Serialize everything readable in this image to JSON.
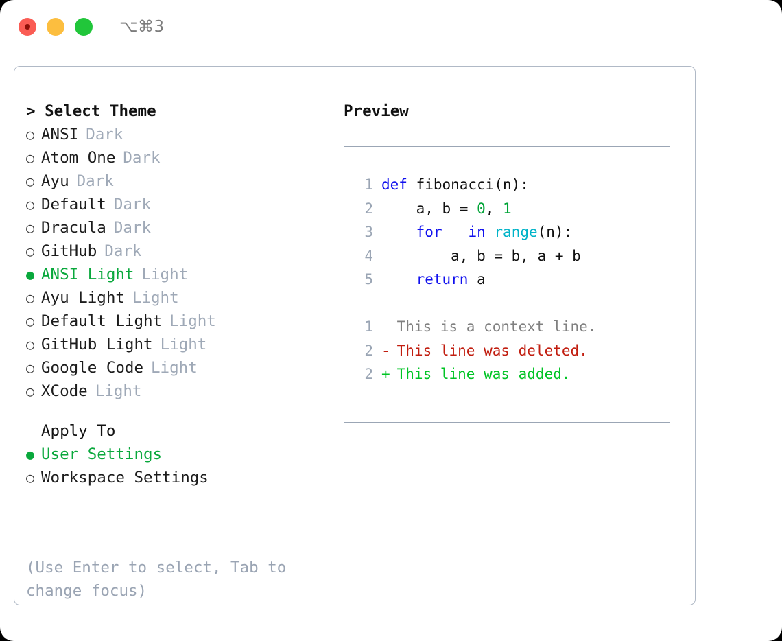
{
  "window": {
    "shortcut": "⌥⌘3",
    "traffic_lights": [
      "close-red",
      "minimize-yellow",
      "maximize-green"
    ]
  },
  "theme_section": {
    "header_prefix": ">",
    "header": "Select Theme",
    "bullet_selected": "●",
    "bullet_unselected": "○",
    "selected_value": "ANSI Light",
    "items": [
      {
        "label": "ANSI",
        "badge": "Dark",
        "selected": false
      },
      {
        "label": "Atom One",
        "badge": "Dark",
        "selected": false
      },
      {
        "label": "Ayu",
        "badge": "Dark",
        "selected": false
      },
      {
        "label": "Default",
        "badge": "Dark",
        "selected": false
      },
      {
        "label": "Dracula",
        "badge": "Dark",
        "selected": false
      },
      {
        "label": "GitHub",
        "badge": "Dark",
        "selected": false
      },
      {
        "label": "ANSI Light",
        "badge": "Light",
        "selected": true
      },
      {
        "label": "Ayu Light",
        "badge": "Light",
        "selected": false
      },
      {
        "label": "Default Light",
        "badge": "Light",
        "selected": false
      },
      {
        "label": "GitHub Light",
        "badge": "Light",
        "selected": false
      },
      {
        "label": "Google Code",
        "badge": "Light",
        "selected": false
      },
      {
        "label": "XCode",
        "badge": "Light",
        "selected": false
      }
    ]
  },
  "apply_to_section": {
    "header": "Apply To",
    "selected_value": "User Settings",
    "items": [
      {
        "label": "User Settings",
        "selected": true
      },
      {
        "label": "Workspace Settings",
        "selected": false
      }
    ]
  },
  "hint": "(Use Enter to select, Tab to change focus)",
  "preview": {
    "title": "Preview",
    "code_lines": [
      {
        "number": "1",
        "tokens": [
          {
            "t": "def ",
            "c": "kw"
          },
          {
            "t": "fibonacci(n):",
            "c": "pln"
          }
        ]
      },
      {
        "number": "2",
        "tokens": [
          {
            "t": "    a, b = ",
            "c": "pln"
          },
          {
            "t": "0",
            "c": "num"
          },
          {
            "t": ", ",
            "c": "pln"
          },
          {
            "t": "1",
            "c": "num"
          }
        ]
      },
      {
        "number": "3",
        "tokens": [
          {
            "t": "    ",
            "c": "pln"
          },
          {
            "t": "for",
            "c": "kw"
          },
          {
            "t": " _ ",
            "c": "pln"
          },
          {
            "t": "in",
            "c": "kw"
          },
          {
            "t": " ",
            "c": "pln"
          },
          {
            "t": "range",
            "c": "fn"
          },
          {
            "t": "(n):",
            "c": "pln"
          }
        ]
      },
      {
        "number": "4",
        "tokens": [
          {
            "t": "        a, b = b, a + b",
            "c": "pln"
          }
        ]
      },
      {
        "number": "5",
        "tokens": [
          {
            "t": "    ",
            "c": "pln"
          },
          {
            "t": "return",
            "c": "kw"
          },
          {
            "t": " a",
            "c": "pln"
          }
        ]
      }
    ],
    "diff_lines": [
      {
        "number": "1",
        "marker": " ",
        "text": "This is a context line.",
        "kind": "diff-ctx"
      },
      {
        "number": "2",
        "marker": "-",
        "text": "This line was deleted.",
        "kind": "diff-del"
      },
      {
        "number": "2",
        "marker": "+",
        "text": "This line was added.",
        "kind": "diff-add"
      }
    ]
  },
  "colors": {
    "accent_green": "#09a83c",
    "keyword_blue": "#1010ee",
    "function_cyan": "#00b3c8",
    "number_green": "#00a437",
    "diff_deleted": "#c11d0f",
    "diff_added": "#00c425",
    "muted_gray": "#9fa9b7",
    "border": "#b0b9c6"
  }
}
